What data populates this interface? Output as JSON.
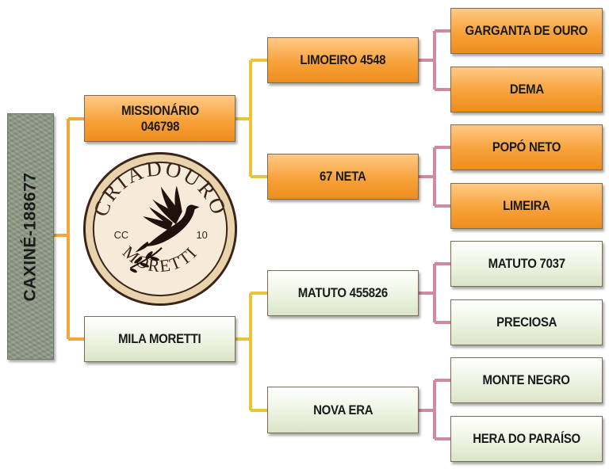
{
  "root": {
    "label": "CAXINÉ-188677"
  },
  "parents": {
    "sire": {
      "label": "MISSIONÁRIO 046798"
    },
    "dam": {
      "label": "MILA MORETTI"
    }
  },
  "grandparents": {
    "sire_sire": {
      "label": "LIMOEIRO 4548"
    },
    "sire_dam": {
      "label": "67 NETA"
    },
    "dam_sire": {
      "label": "MATUTO 455826"
    },
    "dam_dam": {
      "label": "NOVA ERA"
    }
  },
  "great_grandparents": {
    "n1": {
      "label": "GARGANTA DE OURO"
    },
    "n2": {
      "label": "DEMA"
    },
    "n3": {
      "label": "POPÓ NETO"
    },
    "n4": {
      "label": "LIMEIRA"
    },
    "n5": {
      "label": "MATUTO 7037"
    },
    "n6": {
      "label": "PRECIOSA"
    },
    "n7": {
      "label": "MONTE NEGRO"
    },
    "n8": {
      "label": "HERA DO PARAÍSO"
    }
  },
  "logo": {
    "top_text": "CRIADOURO",
    "bottom_text": "MORETTI",
    "left_text": "CC",
    "right_text": "10"
  },
  "colors": {
    "male_box": "#f7a23a",
    "female_box": "#eef4e4",
    "connector_orange": "#f2a640",
    "connector_yellow": "#e7c43a",
    "connector_pink": "#cf8aa0",
    "logo_ring": "#e9d3ad",
    "logo_inner": "#f6ead9",
    "logo_text": "#3b2318"
  }
}
